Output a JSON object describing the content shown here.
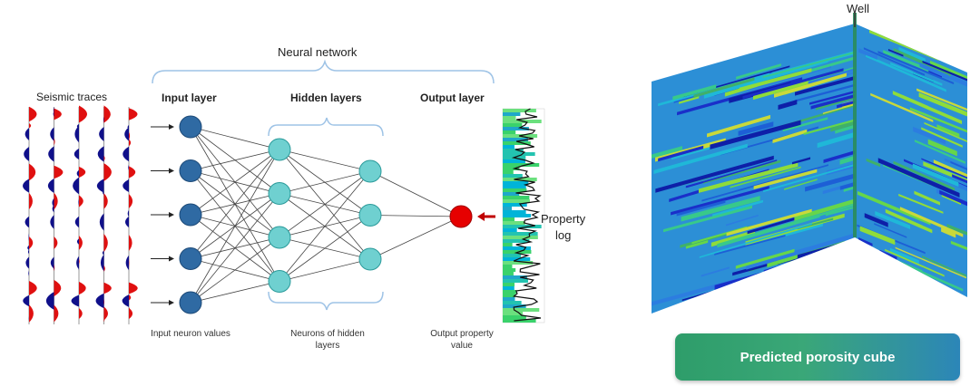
{
  "diagram": {
    "title": "Neural network",
    "seismic_label": "Seismic traces",
    "input_layer_label": "Input layer",
    "hidden_layers_label": "Hidden layers",
    "output_layer_label": "Output layer",
    "input_caption": "Input neuron values",
    "hidden_caption": "Neurons of hidden layers",
    "output_caption": "Output property value",
    "property_log_label_line1": "Property",
    "property_log_label_line2": "log",
    "input_neurons": 5,
    "hidden_layer_1_neurons": 4,
    "hidden_layer_2_neurons": 3,
    "output_neurons": 1,
    "colors": {
      "input_neuron": "#2f6aa3",
      "hidden_neuron": "#6fd0d0",
      "output_neuron": "#e60000",
      "bracket": "#9ec3e6",
      "connection": "#444444",
      "trace_positive": "#e01010",
      "trace_negative": "#10108a"
    }
  },
  "cube": {
    "well_label": "Well",
    "button_label": "Predicted porosity cube"
  }
}
